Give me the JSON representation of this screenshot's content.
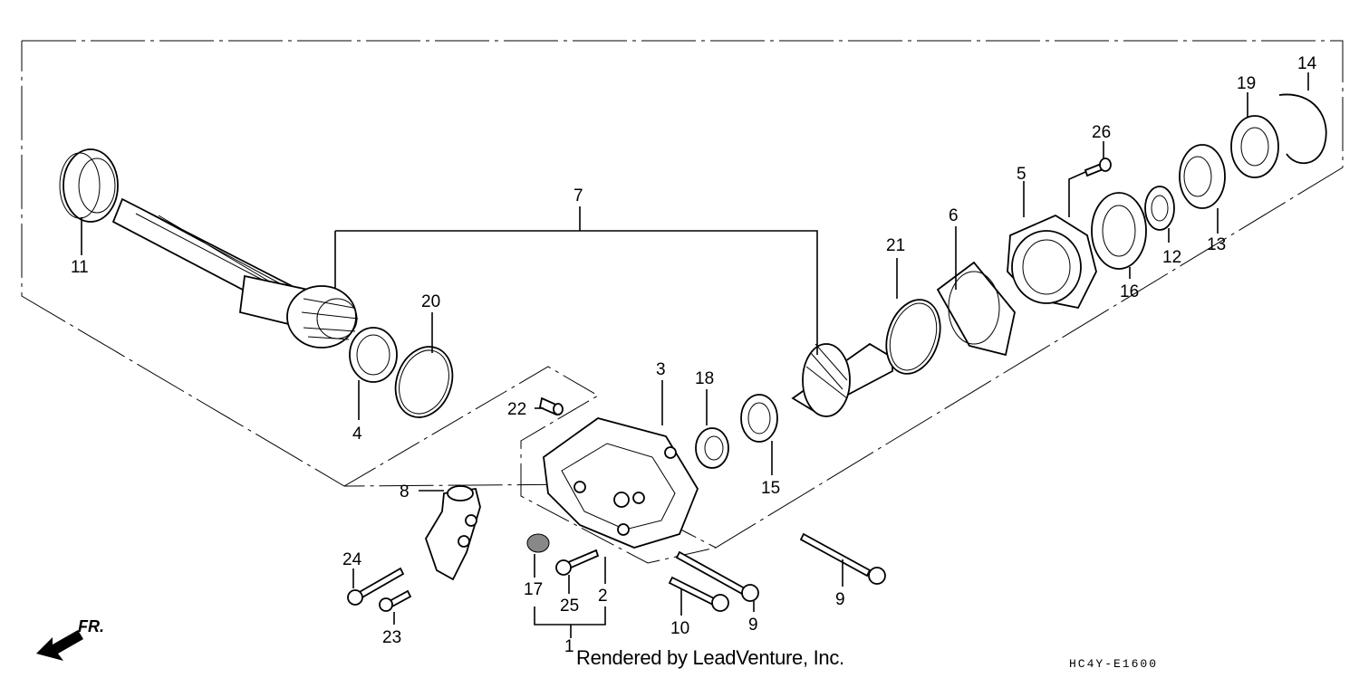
{
  "callouts": {
    "c1": "1",
    "c2": "2",
    "c3": "3",
    "c4": "4",
    "c5": "5",
    "c6": "6",
    "c7": "7",
    "c8": "8",
    "c9a": "9",
    "c9b": "9",
    "c10": "10",
    "c11": "11",
    "c12": "12",
    "c13": "13",
    "c14": "14",
    "c15": "15",
    "c16": "16",
    "c17": "17",
    "c18": "18",
    "c19": "19",
    "c20": "20",
    "c21": "21",
    "c22": "22",
    "c23": "23",
    "c24": "24",
    "c25": "25",
    "c26": "26"
  },
  "direction_label": "FR.",
  "footer": {
    "credit": "Rendered by LeadVenture, Inc.",
    "diagram_code": "HC4Y-E1600"
  }
}
